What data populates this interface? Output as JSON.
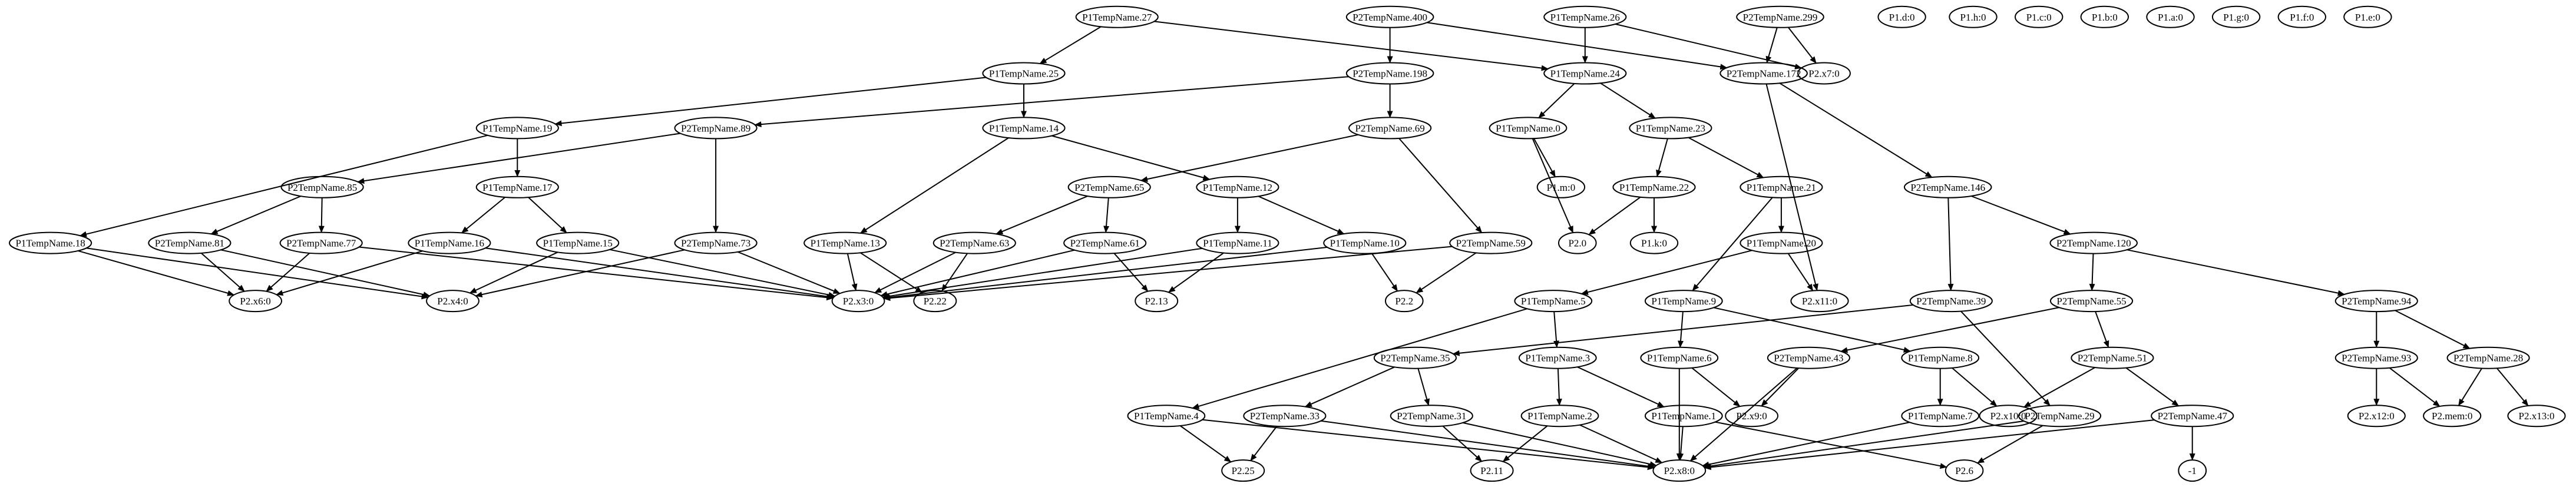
{
  "diagram": {
    "nodes": [
      {
        "id": "P1TempName27",
        "label": "P1TempName.27"
      },
      {
        "id": "P2TempName400",
        "label": "P2TempName.400"
      },
      {
        "id": "P1TempName26",
        "label": "P1TempName.26"
      },
      {
        "id": "P2TempName299",
        "label": "P2TempName.299"
      },
      {
        "id": "P1d0",
        "label": "P1.d:0"
      },
      {
        "id": "P1h0",
        "label": "P1.h:0"
      },
      {
        "id": "P1c0",
        "label": "P1.c:0"
      },
      {
        "id": "P1b0",
        "label": "P1.b:0"
      },
      {
        "id": "P1a0",
        "label": "P1.a:0"
      },
      {
        "id": "P1g0",
        "label": "P1.g:0"
      },
      {
        "id": "P1f0",
        "label": "P1.f:0"
      },
      {
        "id": "P1e0",
        "label": "P1.e:0"
      },
      {
        "id": "P1TempName25",
        "label": "P1TempName.25"
      },
      {
        "id": "P2TempName198",
        "label": "P2TempName.198"
      },
      {
        "id": "P1TempName24",
        "label": "P1TempName.24"
      },
      {
        "id": "P2TempName172",
        "label": "P2TempName.172"
      },
      {
        "id": "P2x70",
        "label": "P2.x7:0"
      },
      {
        "id": "P1TempName19",
        "label": "P1TempName.19"
      },
      {
        "id": "P2TempName89",
        "label": "P2TempName.89"
      },
      {
        "id": "P1TempName14",
        "label": "P1TempName.14"
      },
      {
        "id": "P2TempName69",
        "label": "P2TempName.69"
      },
      {
        "id": "P1TempName0",
        "label": "P1TempName.0"
      },
      {
        "id": "P1TempName23",
        "label": "P1TempName.23"
      },
      {
        "id": "P2TempName85",
        "label": "P2TempName.85"
      },
      {
        "id": "P1TempName17",
        "label": "P1TempName.17"
      },
      {
        "id": "P2TempName65",
        "label": "P2TempName.65"
      },
      {
        "id": "P1TempName12",
        "label": "P1TempName.12"
      },
      {
        "id": "P1m0",
        "label": "P1.m:0"
      },
      {
        "id": "P1TempName22",
        "label": "P1TempName.22"
      },
      {
        "id": "P1TempName21",
        "label": "P1TempName.21"
      },
      {
        "id": "P2TempName146",
        "label": "P2TempName.146"
      },
      {
        "id": "P1TempName18",
        "label": "P1TempName.18"
      },
      {
        "id": "P2TempName81",
        "label": "P2TempName.81"
      },
      {
        "id": "P2TempName77",
        "label": "P2TempName.77"
      },
      {
        "id": "P1TempName16",
        "label": "P1TempName.16"
      },
      {
        "id": "P1TempName15",
        "label": "P1TempName.15"
      },
      {
        "id": "P2TempName73",
        "label": "P2TempName.73"
      },
      {
        "id": "P1TempName13",
        "label": "P1TempName.13"
      },
      {
        "id": "P2TempName63",
        "label": "P2TempName.63"
      },
      {
        "id": "P2TempName61",
        "label": "P2TempName.61"
      },
      {
        "id": "P1TempName11",
        "label": "P1TempName.11"
      },
      {
        "id": "P1TempName10",
        "label": "P1TempName.10"
      },
      {
        "id": "P2TempName59",
        "label": "P2TempName.59"
      },
      {
        "id": "P20",
        "label": "P2.0"
      },
      {
        "id": "P1k0",
        "label": "P1.k:0"
      },
      {
        "id": "P1TempName20",
        "label": "P1TempName.20"
      },
      {
        "id": "P2TempName120",
        "label": "P2TempName.120"
      },
      {
        "id": "P2x60",
        "label": "P2.x6:0"
      },
      {
        "id": "P2x40",
        "label": "P2.x4:0"
      },
      {
        "id": "P2x30",
        "label": "P2.x3:0"
      },
      {
        "id": "P222",
        "label": "P2.22"
      },
      {
        "id": "P213",
        "label": "P2.13"
      },
      {
        "id": "P22",
        "label": "P2.2"
      },
      {
        "id": "P2x110",
        "label": "P2.x11:0"
      },
      {
        "id": "P1TempName5",
        "label": "P1TempName.5"
      },
      {
        "id": "P1TempName9",
        "label": "P1TempName.9"
      },
      {
        "id": "P2TempName39",
        "label": "P2TempName.39"
      },
      {
        "id": "P2TempName55",
        "label": "P2TempName.55"
      },
      {
        "id": "P2TempName94",
        "label": "P2TempName.94"
      },
      {
        "id": "P2TempName35",
        "label": "P2TempName.35"
      },
      {
        "id": "P1TempName3",
        "label": "P1TempName.3"
      },
      {
        "id": "P1TempName6",
        "label": "P1TempName.6"
      },
      {
        "id": "P2TempName43",
        "label": "P2TempName.43"
      },
      {
        "id": "P1TempName8",
        "label": "P1TempName.8"
      },
      {
        "id": "P2TempName51",
        "label": "P2TempName.51"
      },
      {
        "id": "P2TempName93",
        "label": "P2TempName.93"
      },
      {
        "id": "P2TempName28",
        "label": "P2TempName.28"
      },
      {
        "id": "P1TempName4",
        "label": "P1TempName.4"
      },
      {
        "id": "P2TempName33",
        "label": "P2TempName.33"
      },
      {
        "id": "P2TempName31",
        "label": "P2TempName.31"
      },
      {
        "id": "P1TempName2",
        "label": "P1TempName.2"
      },
      {
        "id": "P1TempName1",
        "label": "P1TempName.1"
      },
      {
        "id": "P2x90",
        "label": "P2.x9:0"
      },
      {
        "id": "P1TempName7",
        "label": "P1TempName.7"
      },
      {
        "id": "P2x100",
        "label": "P2.x10:0"
      },
      {
        "id": "P2TempName29",
        "label": "P2TempName.29"
      },
      {
        "id": "P2TempName47",
        "label": "P2TempName.47"
      },
      {
        "id": "P2x120",
        "label": "P2.x12:0"
      },
      {
        "id": "P2mem0",
        "label": "P2.mem:0"
      },
      {
        "id": "P2x130",
        "label": "P2.x13:0"
      },
      {
        "id": "P225",
        "label": "P2.25"
      },
      {
        "id": "P211",
        "label": "P2.11"
      },
      {
        "id": "P2x80",
        "label": "P2.x8:0"
      },
      {
        "id": "P26",
        "label": "P2.6"
      },
      {
        "id": "neg1",
        "label": "-1"
      }
    ],
    "edges": [
      [
        "P1TempName27",
        "P1TempName25"
      ],
      [
        "P1TempName27",
        "P1TempName24"
      ],
      [
        "P2TempName400",
        "P2TempName198"
      ],
      [
        "P2TempName400",
        "P2TempName172"
      ],
      [
        "P1TempName26",
        "P1TempName24"
      ],
      [
        "P1TempName26",
        "P2x70"
      ],
      [
        "P2TempName299",
        "P2TempName172"
      ],
      [
        "P2TempName299",
        "P2x70"
      ],
      [
        "P1TempName25",
        "P1TempName19"
      ],
      [
        "P1TempName25",
        "P1TempName14"
      ],
      [
        "P2TempName198",
        "P2TempName89"
      ],
      [
        "P2TempName198",
        "P2TempName69"
      ],
      [
        "P1TempName24",
        "P1TempName0"
      ],
      [
        "P1TempName24",
        "P1TempName23"
      ],
      [
        "P2TempName172",
        "P2TempName146"
      ],
      [
        "P2TempName172",
        "P2x110"
      ],
      [
        "P1TempName19",
        "P1TempName18"
      ],
      [
        "P1TempName19",
        "P1TempName17"
      ],
      [
        "P2TempName89",
        "P2TempName85"
      ],
      [
        "P2TempName89",
        "P2TempName73"
      ],
      [
        "P1TempName14",
        "P1TempName13"
      ],
      [
        "P1TempName14",
        "P1TempName12"
      ],
      [
        "P2TempName69",
        "P2TempName65"
      ],
      [
        "P2TempName69",
        "P2TempName59"
      ],
      [
        "P1TempName0",
        "P1m0"
      ],
      [
        "P1TempName0",
        "P20"
      ],
      [
        "P1TempName23",
        "P1TempName22"
      ],
      [
        "P1TempName23",
        "P1TempName21"
      ],
      [
        "P2TempName85",
        "P2TempName81"
      ],
      [
        "P2TempName85",
        "P2TempName77"
      ],
      [
        "P1TempName17",
        "P1TempName16"
      ],
      [
        "P1TempName17",
        "P1TempName15"
      ],
      [
        "P2TempName65",
        "P2TempName63"
      ],
      [
        "P2TempName65",
        "P2TempName61"
      ],
      [
        "P1TempName12",
        "P1TempName11"
      ],
      [
        "P1TempName12",
        "P1TempName10"
      ],
      [
        "P1TempName22",
        "P20"
      ],
      [
        "P1TempName22",
        "P1k0"
      ],
      [
        "P1TempName21",
        "P1TempName20"
      ],
      [
        "P1TempName21",
        "P1TempName9"
      ],
      [
        "P2TempName146",
        "P2TempName120"
      ],
      [
        "P2TempName146",
        "P2TempName39"
      ],
      [
        "P1TempName18",
        "P2x60"
      ],
      [
        "P1TempName18",
        "P2x40"
      ],
      [
        "P2TempName81",
        "P2x60"
      ],
      [
        "P2TempName81",
        "P2x40"
      ],
      [
        "P2TempName77",
        "P2x60"
      ],
      [
        "P2TempName77",
        "P2x30"
      ],
      [
        "P1TempName16",
        "P2x60"
      ],
      [
        "P1TempName16",
        "P2x30"
      ],
      [
        "P1TempName15",
        "P2x40"
      ],
      [
        "P1TempName15",
        "P2x30"
      ],
      [
        "P2TempName73",
        "P2x40"
      ],
      [
        "P2TempName73",
        "P2x30"
      ],
      [
        "P1TempName13",
        "P2x30"
      ],
      [
        "P1TempName13",
        "P222"
      ],
      [
        "P2TempName63",
        "P2x30"
      ],
      [
        "P2TempName63",
        "P222"
      ],
      [
        "P2TempName61",
        "P2x30"
      ],
      [
        "P2TempName61",
        "P213"
      ],
      [
        "P1TempName11",
        "P2x30"
      ],
      [
        "P1TempName11",
        "P213"
      ],
      [
        "P1TempName10",
        "P2x30"
      ],
      [
        "P1TempName10",
        "P22"
      ],
      [
        "P2TempName59",
        "P2x30"
      ],
      [
        "P2TempName59",
        "P22"
      ],
      [
        "P1TempName20",
        "P1TempName5"
      ],
      [
        "P1TempName20",
        "P2x110"
      ],
      [
        "P2TempName120",
        "P2TempName55"
      ],
      [
        "P2TempName120",
        "P2TempName94"
      ],
      [
        "P1TempName5",
        "P1TempName4"
      ],
      [
        "P1TempName5",
        "P1TempName3"
      ],
      [
        "P1TempName9",
        "P1TempName6"
      ],
      [
        "P1TempName9",
        "P1TempName8"
      ],
      [
        "P2TempName39",
        "P2TempName35"
      ],
      [
        "P2TempName39",
        "P2TempName29"
      ],
      [
        "P2TempName55",
        "P2TempName43"
      ],
      [
        "P2TempName55",
        "P2TempName51"
      ],
      [
        "P2TempName94",
        "P2TempName93"
      ],
      [
        "P2TempName94",
        "P2TempName28"
      ],
      [
        "P2TempName35",
        "P2TempName33"
      ],
      [
        "P2TempName35",
        "P2TempName31"
      ],
      [
        "P1TempName3",
        "P1TempName2"
      ],
      [
        "P1TempName3",
        "P1TempName1"
      ],
      [
        "P1TempName6",
        "P2x80"
      ],
      [
        "P1TempName6",
        "P2x90"
      ],
      [
        "P2TempName43",
        "P2x90"
      ],
      [
        "P2TempName43",
        "P2x80"
      ],
      [
        "P1TempName8",
        "P1TempName7"
      ],
      [
        "P1TempName8",
        "P2x100"
      ],
      [
        "P2TempName51",
        "P2x100"
      ],
      [
        "P2TempName51",
        "P2TempName47"
      ],
      [
        "P2TempName93",
        "P2x120"
      ],
      [
        "P2TempName93",
        "P2mem0"
      ],
      [
        "P2TempName28",
        "P2mem0"
      ],
      [
        "P2TempName28",
        "P2x130"
      ],
      [
        "P1TempName4",
        "P225"
      ],
      [
        "P1TempName4",
        "P2x80"
      ],
      [
        "P2TempName33",
        "P225"
      ],
      [
        "P2TempName33",
        "P2x80"
      ],
      [
        "P2TempName31",
        "P211"
      ],
      [
        "P2TempName31",
        "P2x80"
      ],
      [
        "P1TempName2",
        "P211"
      ],
      [
        "P1TempName2",
        "P2x80"
      ],
      [
        "P1TempName1",
        "P2x80"
      ],
      [
        "P1TempName1",
        "P26"
      ],
      [
        "P1TempName7",
        "P2x80"
      ],
      [
        "P2TempName29",
        "P2x80"
      ],
      [
        "P2TempName29",
        "P26"
      ],
      [
        "P2TempName47",
        "P2x80"
      ],
      [
        "P2TempName47",
        "neg1"
      ]
    ]
  }
}
